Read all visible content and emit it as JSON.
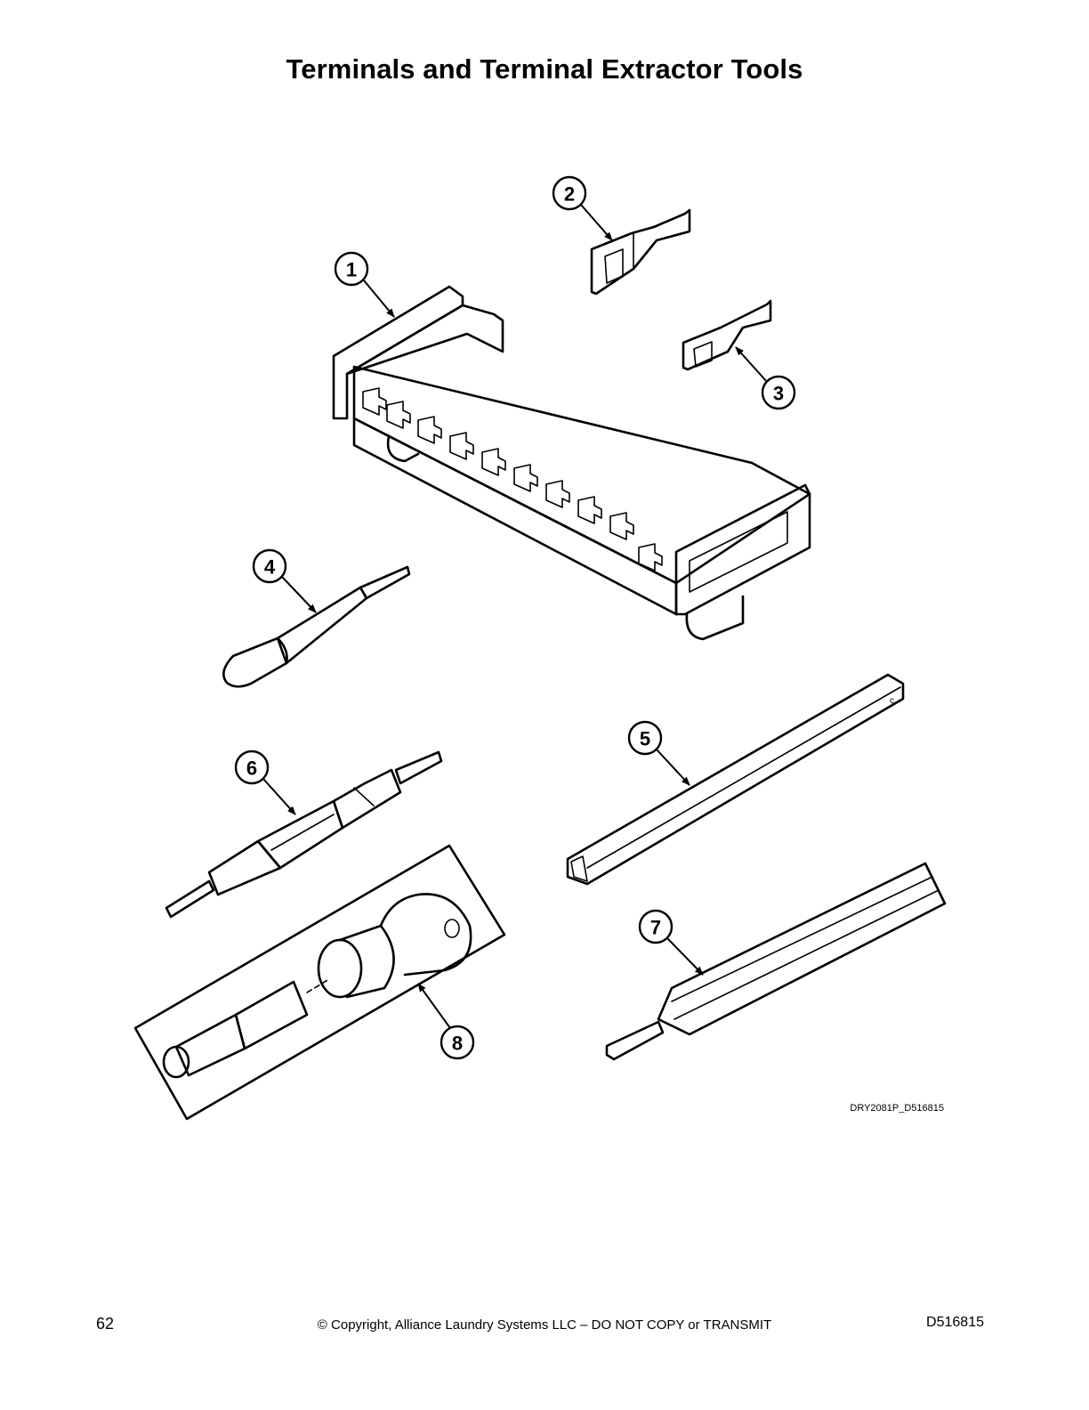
{
  "title": "Terminals and Terminal Extractor Tools",
  "callouts": [
    "1",
    "2",
    "3",
    "4",
    "5",
    "6",
    "7",
    "8"
  ],
  "figure_code": "DRY2081P_D516815",
  "footer": {
    "page_number": "62",
    "copyright": "© Copyright, Alliance Laundry Systems LLC – DO NOT COPY or TRANSMIT",
    "doc_number": "D516815"
  }
}
